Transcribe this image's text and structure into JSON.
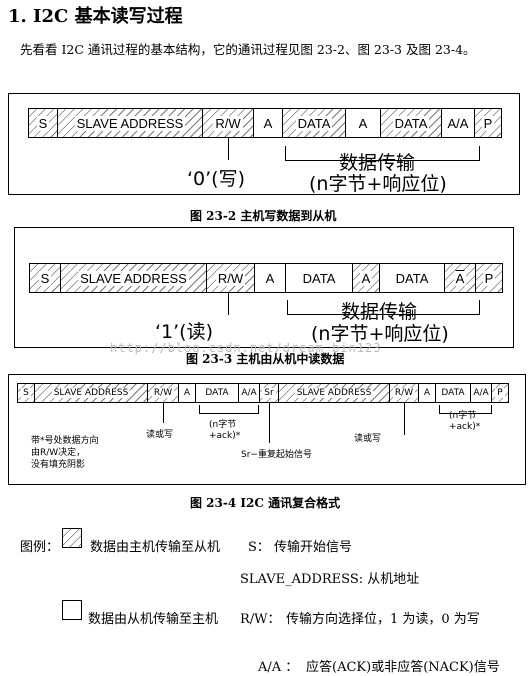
{
  "heading": "1.  I2C 基本读写过程",
  "intro": "先看看 I2C 通讯过程的基本结构，它的通讯过程见图 23-2、图 23-3 及图 23-4。",
  "fig1": {
    "cells": [
      "S",
      "SLAVE ADDRESS",
      "R/W",
      "A",
      "DATA",
      "A",
      "DATA",
      "A/A",
      "P"
    ],
    "zero_label": "‘0’(写)",
    "data_label_1": "数据传输",
    "data_label_2": "(n字节+响应位)",
    "caption": "图 23-2 主机写数据到从机"
  },
  "fig2": {
    "cells": [
      "S",
      "SLAVE ADDRESS",
      "R/W",
      "A",
      "DATA",
      "A",
      "DATA",
      "A",
      "P"
    ],
    "one_label": "‘1’(读)",
    "data_label_1": "数据传输",
    "data_label_2": "(n字节+响应位)",
    "caption": "图 23-3 主机由从机中读数据"
  },
  "watermark": "http://blog.csdn.net/dream_bin123",
  "fig3": {
    "cells": [
      "S",
      "SLAVE ADDRESS",
      "R/W",
      "A",
      "DATA",
      "A/A",
      "Sr",
      "SLAVE ADDRESS",
      "R/W",
      "A",
      "DATA",
      "A/A",
      "P"
    ],
    "rw_note": "读或写",
    "n_bytes_1": "(n字节\n+ack)*",
    "sr_note": "Sr−重复起始信号",
    "rw_note_2": "读或写",
    "n_bytes_2": "(n字节\n+ack)*",
    "star_note": "带*号处数据方向\n由R/W决定，\n没有填充阴影",
    "caption": "图 23-4 I2C 通讯复合格式"
  },
  "legend": {
    "title": "图例：",
    "master_to_slave": "数据由主机传输至从机",
    "s_def": "S： 传输开始信号",
    "slave_addr_def": "SLAVE_ADDRESS: 从机地址",
    "slave_to_master": "数据由从机传输至主机",
    "rw_def_key": "R/W：",
    "rw_def": "传输方向选择位，1 为读，0 为写",
    "ack_def_key": "A/A ：",
    "ack_def": "应答(ACK)或非应答(NACK)信号"
  }
}
